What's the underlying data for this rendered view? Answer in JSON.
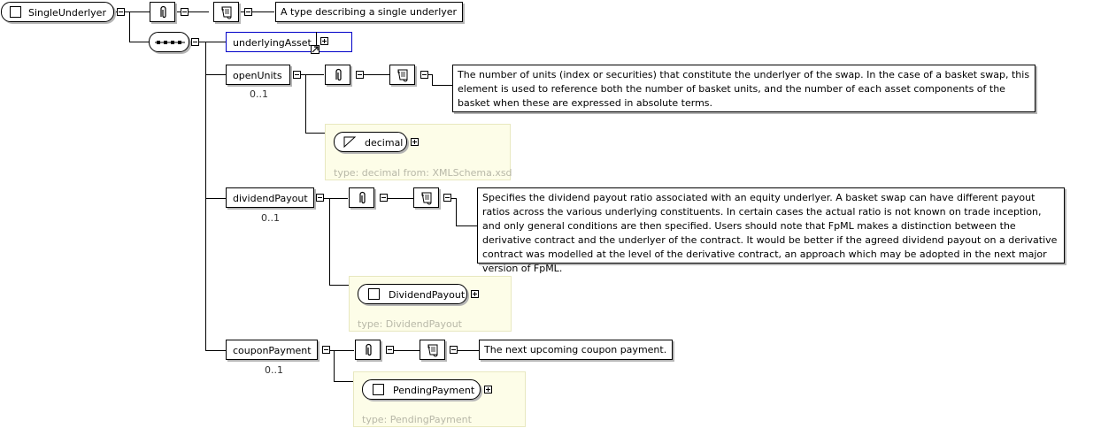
{
  "root": {
    "name": "SingleUnderlyer",
    "doc": "A type describing a single underlyer"
  },
  "sequence": {
    "icon": "sequence-compositor-icon"
  },
  "elements": {
    "underlying_asset": {
      "name": "underlyingAsset"
    },
    "open_units": {
      "name": "openUnits",
      "occurs": "0..1",
      "doc": "The number of units (index or securities) that constitute the underlyer of the swap. In the case of a basket swap, this element is used to reference both the number of basket units, and the number of each asset components of the basket when these are expressed in absolute terms.",
      "type_name": "decimal",
      "type_label": "type: decimal from: XMLSchema.xsd"
    },
    "dividend_payout": {
      "name": "dividendPayout",
      "occurs": "0..1",
      "doc": "Specifies the dividend payout ratio associated with an equity underlyer. A basket swap can have different payout ratios across the various underlying constituents. In certain cases the actual ratio is not known on trade inception, and only general conditions are then specified. Users should note that FpML makes a distinction between the derivative contract and the underlyer of the contract. It would be better if the agreed dividend payout on a derivative contract was modelled at the level of the derivative contract, an approach which may be adopted in the next major version of FpML.",
      "type_name": "DividendPayout",
      "type_label": "type: DividendPayout"
    },
    "coupon_payment": {
      "name": "couponPayment",
      "occurs": "0..1",
      "doc": "The next upcoming coupon payment.",
      "type_name": "PendingPayment",
      "type_label": "type: PendingPayment"
    }
  },
  "icons": {
    "appinfo": "appinfo-icon",
    "documentation": "documentation-icon"
  }
}
